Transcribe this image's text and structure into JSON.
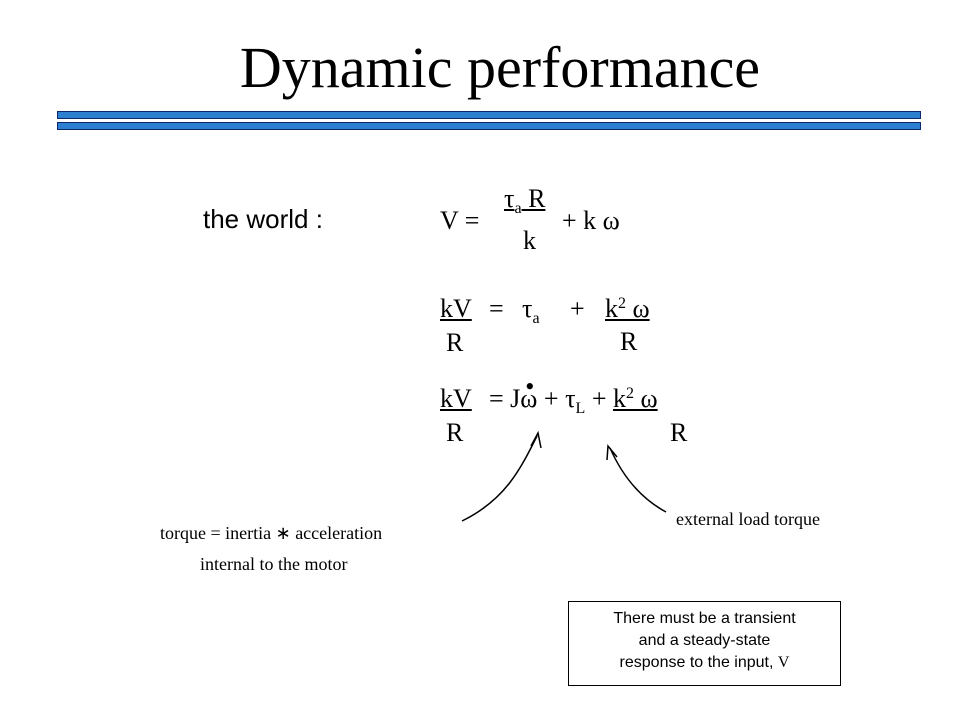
{
  "slide": {
    "title": "Dynamic performance",
    "the_world_label": "the world :",
    "eq1": {
      "lhs": "V =",
      "num_tau": "τ",
      "num_tau_sub": "a",
      "num_R": " R",
      "den": "k",
      "rhs": "+ k ω"
    },
    "eq2": {
      "lhs_num": "kV",
      "lhs_den": "R",
      "eq": "=",
      "tau": "τ",
      "tau_sub": "a",
      "plus": "+",
      "k": "k",
      "k_sup": "2",
      "omega": " ω",
      "den": "R"
    },
    "eq3": {
      "lhs_num": "kV",
      "lhs_den": "R",
      "eq": "= J",
      "omega_dot": "ω",
      "plus1": " + ",
      "tau": "τ",
      "tau_sub": "L",
      "plus2": " + ",
      "k": "k",
      "k_sup": "2",
      "omega": " ω",
      "den": "R"
    },
    "annotation_left_line1": "torque = inertia ∗ acceleration",
    "annotation_left_line2": "internal to the motor",
    "annotation_right": "external load torque",
    "note": {
      "line1": "There must be a transient",
      "line2": "and a steady-state",
      "line3": "response to the input,",
      "var": "V"
    },
    "colors": {
      "rule_fill": "#2d7fd0",
      "rule_border": "#0b2a6e"
    }
  }
}
